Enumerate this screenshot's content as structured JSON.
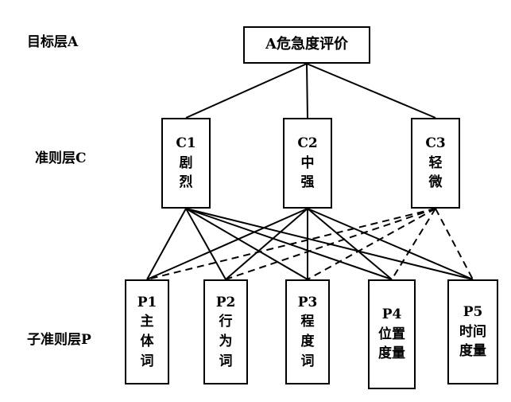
{
  "layers": {
    "goal": "目标层A",
    "criteria": "准则层C",
    "sub_criteria": "子准则层P"
  },
  "root": {
    "label": "A危急度评价"
  },
  "criteria": [
    {
      "code": "C1",
      "lines": [
        "剧",
        "烈"
      ]
    },
    {
      "code": "C2",
      "lines": [
        "中",
        "强"
      ]
    },
    {
      "code": "C3",
      "lines": [
        "轻",
        "微"
      ]
    }
  ],
  "sub_criteria": [
    {
      "code": "P1",
      "lines": [
        "主",
        "体",
        "词"
      ]
    },
    {
      "code": "P2",
      "lines": [
        "行",
        "为",
        "词"
      ]
    },
    {
      "code": "P3",
      "lines": [
        "程",
        "度",
        "词"
      ]
    },
    {
      "code": "P4",
      "lines": [
        "位置",
        "度量"
      ]
    },
    {
      "code": "P5",
      "lines": [
        "时间",
        "度量"
      ]
    }
  ],
  "links": {
    "root_to_criteria": "solid",
    "C1_to_P": "solid",
    "C2_to_P": "solid",
    "C3_to_P": "dashed"
  }
}
